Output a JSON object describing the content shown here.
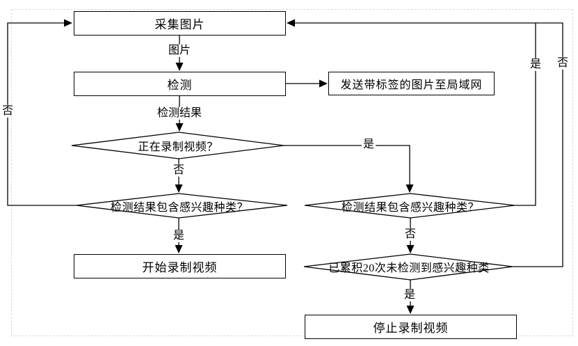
{
  "diagram_type": "flowchart",
  "nodes": {
    "collect": "采集图片",
    "detect": "检测",
    "send_lan": "发送带标签的图片至局域网",
    "decision_recording": "正在录制视频？",
    "decision_interest_left": "检测结果包含感兴趣种类？",
    "decision_interest_right": "检测结果包含感兴趣种类？",
    "decision_accumulated": "已累积20次未检测到感兴趣种类",
    "start_recording": "开始录制视频",
    "stop_recording": "停止录制视频"
  },
  "edge_labels": {
    "image": "图片",
    "detect_result": "检测结果",
    "yes": "是",
    "no": "否"
  },
  "colors": {
    "line": "#000000",
    "node_fill": "#ffffff",
    "node_border": "#000000",
    "page_border": "#d9d9d9",
    "background": "#ffffff"
  }
}
